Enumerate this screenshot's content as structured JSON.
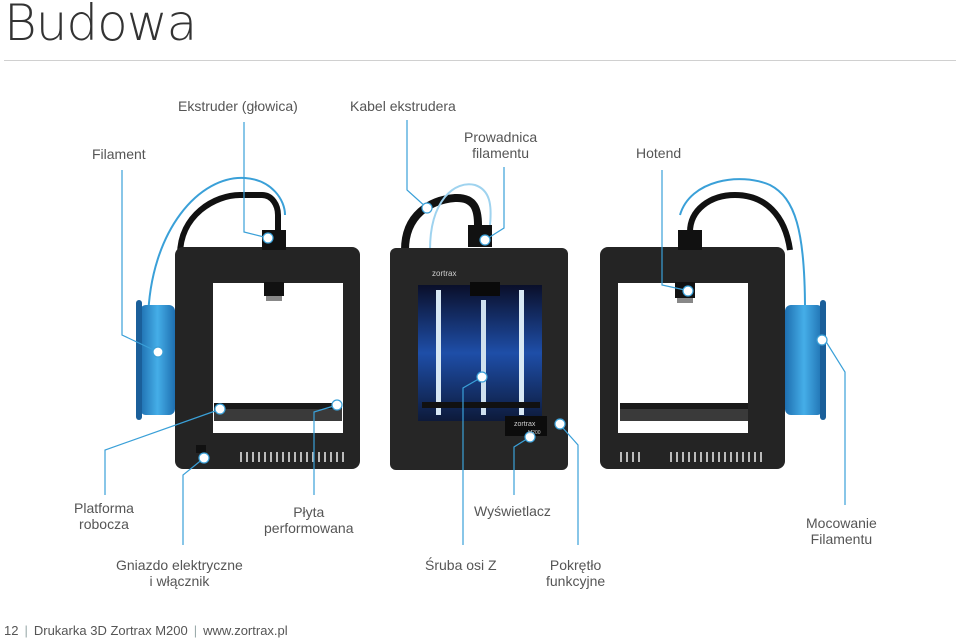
{
  "page": {
    "title": "Budowa",
    "footer": {
      "page_number": "12",
      "doc_title": "Drukarka 3D Zortrax M200",
      "website": "www.zortrax.pl"
    }
  },
  "printer_labels": {
    "front_brand": "zortrax",
    "display_brand": "zortrax",
    "display_model": "M200"
  },
  "callouts": {
    "filament": "Filament",
    "extruder": "Ekstruder (głowica)",
    "extruder_cable": "Kabel ekstrudera",
    "filament_guide": [
      "Prowadnica",
      "filamentu"
    ],
    "hotend": "Hotend",
    "platform": [
      "Platforma",
      "robocza"
    ],
    "perforated_plate": [
      "Płyta",
      "performowana"
    ],
    "display": "Wyświetlacz",
    "spool_mount": [
      "Mocowanie",
      "Filamentu"
    ],
    "power_socket": [
      "Gniazdo elektryczne",
      "i włącznik"
    ],
    "z_screw": "Śruba osi Z",
    "function_knob": [
      "Pokrętło",
      "funkcyjne"
    ]
  },
  "colors": {
    "accent": "#3aa0d8",
    "printer_body": "#2a2a2a",
    "printer_frame": "#1a1a1a",
    "spool": "#2f8fd0",
    "build_chamber": "#1c3f8a",
    "text": "#555555"
  }
}
